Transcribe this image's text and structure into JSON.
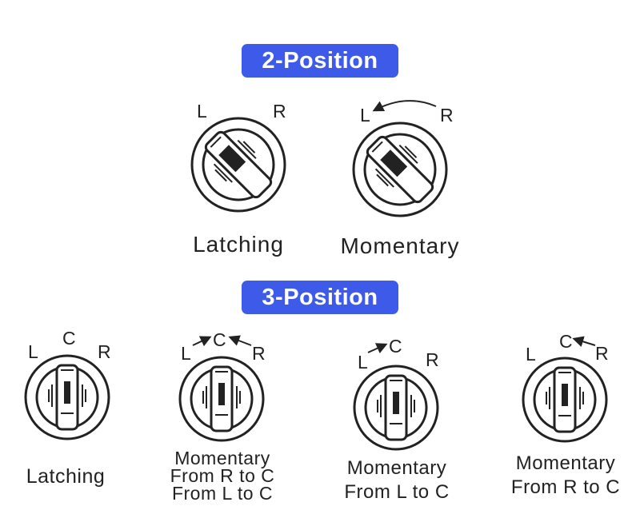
{
  "colors": {
    "accent": "#3d5be8",
    "ink": "#222222"
  },
  "sections": [
    {
      "heading": "2-Position",
      "switches": [
        {
          "positions": [
            "L",
            "R"
          ],
          "caption": [
            "Latching"
          ]
        },
        {
          "positions": [
            "L",
            "R"
          ],
          "caption": [
            "Momentary"
          ]
        }
      ]
    },
    {
      "heading": "3-Position",
      "switches": [
        {
          "positions": [
            "L",
            "C",
            "R"
          ],
          "caption": [
            "Latching"
          ]
        },
        {
          "positions": [
            "L",
            "C",
            "R"
          ],
          "caption": [
            "Momentary",
            "From R to C",
            "From L to C"
          ]
        },
        {
          "positions": [
            "L",
            "C",
            "R"
          ],
          "caption": [
            "Momentary",
            "From L to C"
          ]
        },
        {
          "positions": [
            "L",
            "C",
            "R"
          ],
          "caption": [
            "Momentary",
            "From R to C"
          ]
        }
      ]
    }
  ]
}
